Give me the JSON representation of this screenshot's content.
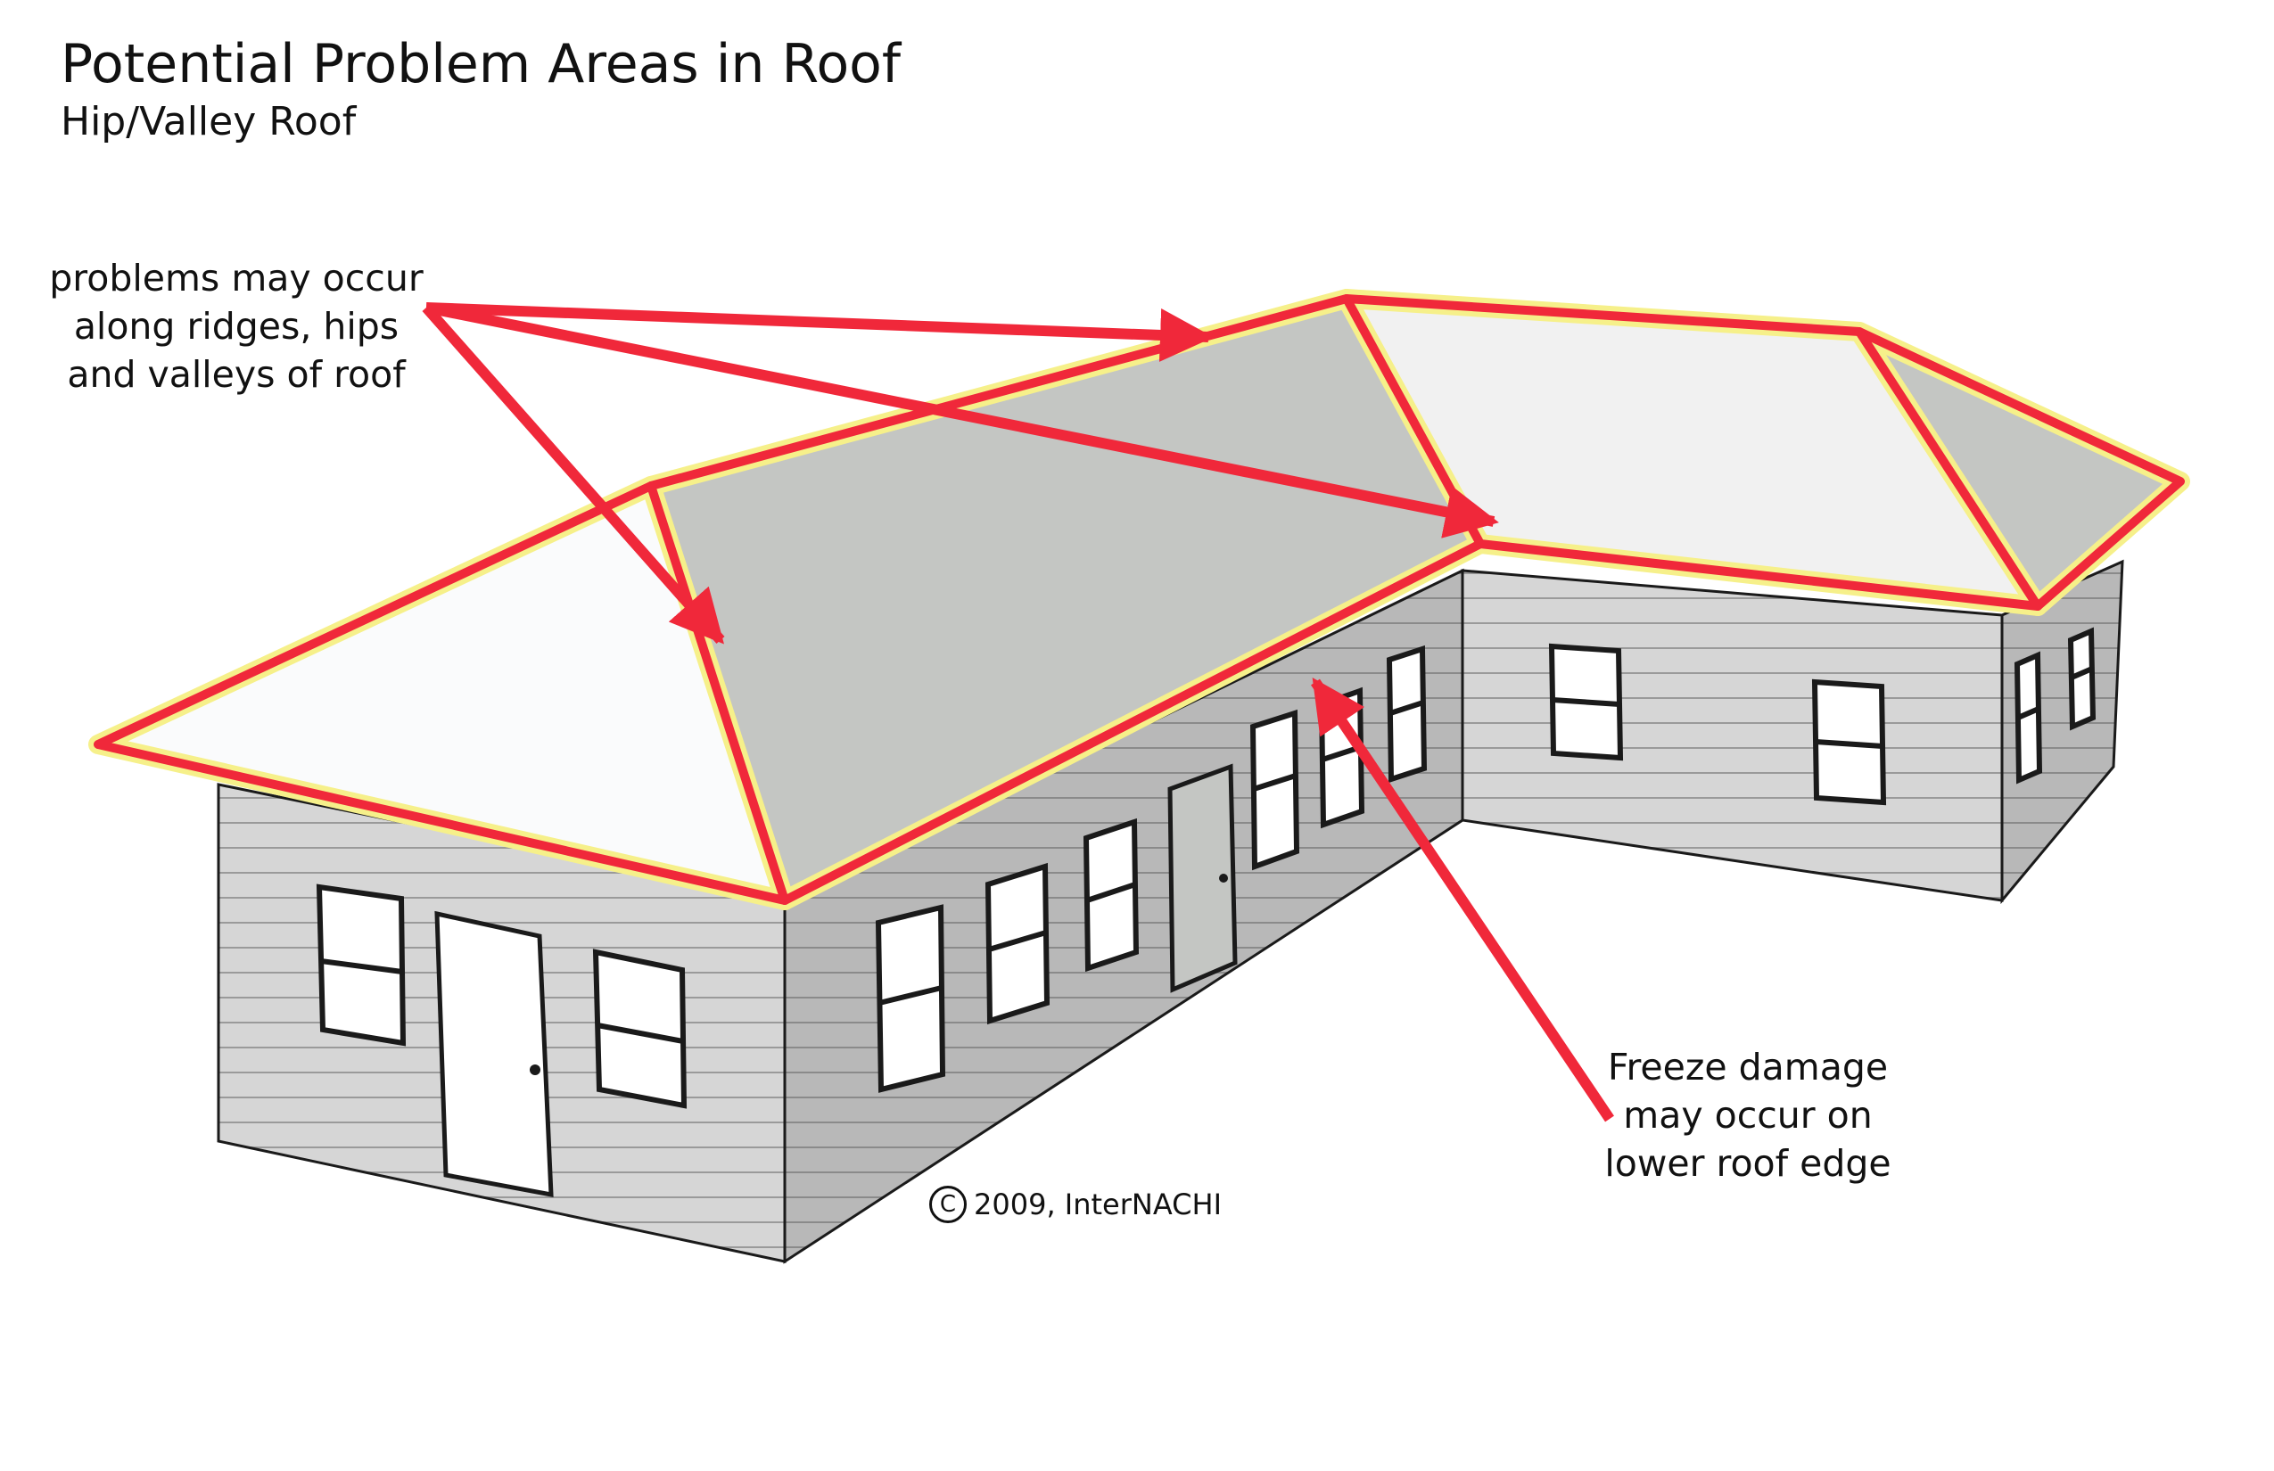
{
  "header": {
    "title": "Potential Problem Areas in Roof",
    "subtitle": "Hip/Valley Roof"
  },
  "callouts": {
    "ridges": {
      "lines": [
        "problems may occur",
        "along ridges, hips",
        "and valleys of roof"
      ]
    },
    "freeze": {
      "lines": [
        "Freeze damage",
        "may occur on",
        "lower roof edge"
      ]
    }
  },
  "footer": {
    "copyright_symbol": "C",
    "copyright_text": "2009, InterNACHI"
  },
  "colors": {
    "highlight": "#f0283a",
    "highlight_glow": "#f6f08a",
    "roof_light": "#fafbfc",
    "roof_dark": "#c4c6c3",
    "wall_light": "#d6d6d6",
    "wall_dark": "#b4b4b4",
    "window": "#e9e9e9",
    "outline": "#1a1a1a"
  }
}
